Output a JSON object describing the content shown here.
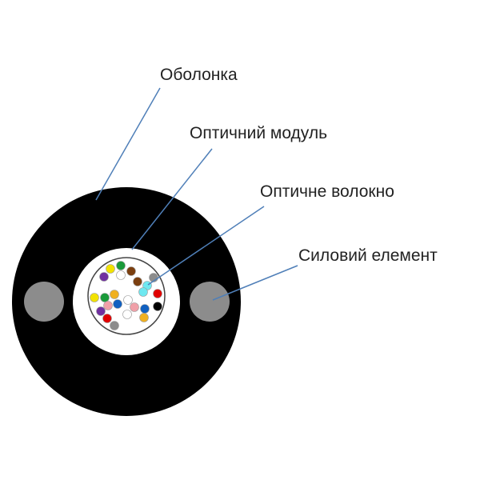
{
  "labels": {
    "sheath": "Оболонка",
    "optical_module": "Оптичний модуль",
    "optical_fiber": "Оптичне волокно",
    "strength_member": "Силовий елемент"
  },
  "colors": {
    "sheath": "#000000",
    "module": "#ffffff",
    "strength_member": "#8c8c8c",
    "leader_line": "#4f7fb8"
  },
  "fiber_colors": [
    "#f2e200",
    "#1a9a3a",
    "#7030a0",
    "#ffffff",
    "#7b3f10",
    "#7b3f10",
    "#8c8c8c",
    "#6ee8f0",
    "#6ee8f0",
    "#e00000",
    "#000000",
    "#f2e200",
    "#1a9a3a",
    "#f0b020",
    "#ffffff",
    "#f0a0a8",
    "#1060c0",
    "#f0a0a8",
    "#1060c0",
    "#ffffff",
    "#7030a0",
    "#e00000",
    "#f0b020",
    "#8c8c8c"
  ]
}
